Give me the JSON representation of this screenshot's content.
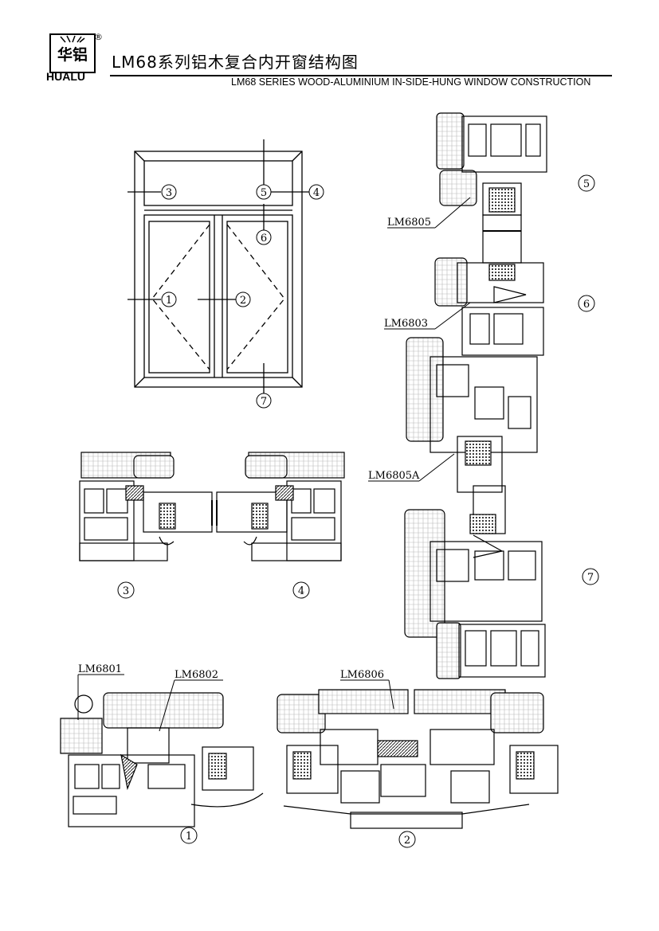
{
  "header": {
    "logo_cn": "华铝",
    "logo_en": "HUALU",
    "registered": "®",
    "title_cn": "LM68系列铝木复合内开窗结构图",
    "title_en": "LM68  SERIES WOOD-ALUMINIUM IN-SIDE-HUNG WINDOW CONSTRUCTION"
  },
  "elevation": {
    "callouts": [
      "1",
      "2",
      "3",
      "4",
      "5",
      "6",
      "7"
    ]
  },
  "sections": {
    "captions": [
      "3",
      "4",
      "5",
      "6",
      "7",
      "1",
      "2"
    ]
  },
  "profiles": [
    "LM6805",
    "LM6803",
    "LM6805A",
    "LM6801",
    "LM6802",
    "LM6806"
  ]
}
